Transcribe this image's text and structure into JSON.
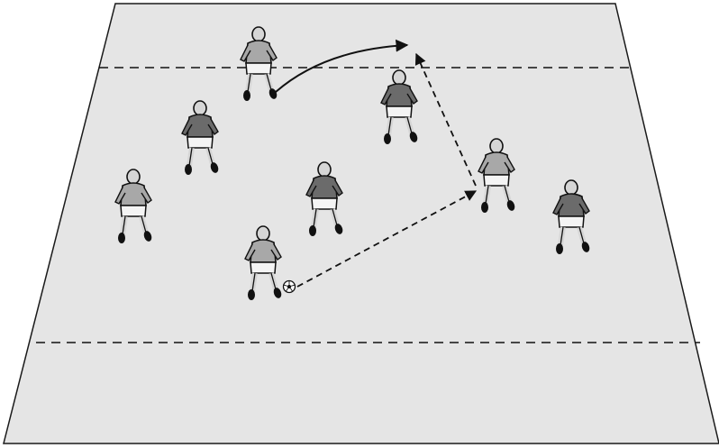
{
  "diagram": {
    "type": "soccer-drill",
    "colors": {
      "field_fill": "#e5e5e5",
      "field_border": "#1a1a1a",
      "line": "#111111",
      "team_dark_shirt": "#6b6b6b",
      "team_light_shirt": "#a8a8a8",
      "skin": "#d6d6d6",
      "shorts_white": "#f4f4f4",
      "boots": "#111111"
    },
    "zones": [
      "end-zone-top",
      "middle-zone",
      "end-zone-bottom"
    ],
    "players": [
      {
        "team": "light",
        "role": "attacker-top-left"
      },
      {
        "team": "dark",
        "role": "defender-left"
      },
      {
        "team": "light",
        "role": "attacker-far-left"
      },
      {
        "team": "dark",
        "role": "defender-center"
      },
      {
        "team": "light",
        "role": "attacker-with-ball"
      },
      {
        "team": "dark",
        "role": "target-player-top"
      },
      {
        "team": "light",
        "role": "attacker-right"
      },
      {
        "team": "dark",
        "role": "defender-right"
      }
    ],
    "ball": {
      "icon": "soccer-ball-icon"
    },
    "arrows": [
      {
        "kind": "pass",
        "style": "dashed",
        "from": "attacker-with-ball",
        "to": "attacker-right"
      },
      {
        "kind": "pass",
        "style": "dashed",
        "from": "attacker-right",
        "to": "target-player-top"
      },
      {
        "kind": "run",
        "style": "solid",
        "from": "attacker-top-left",
        "to": "target-player-top"
      }
    ]
  }
}
